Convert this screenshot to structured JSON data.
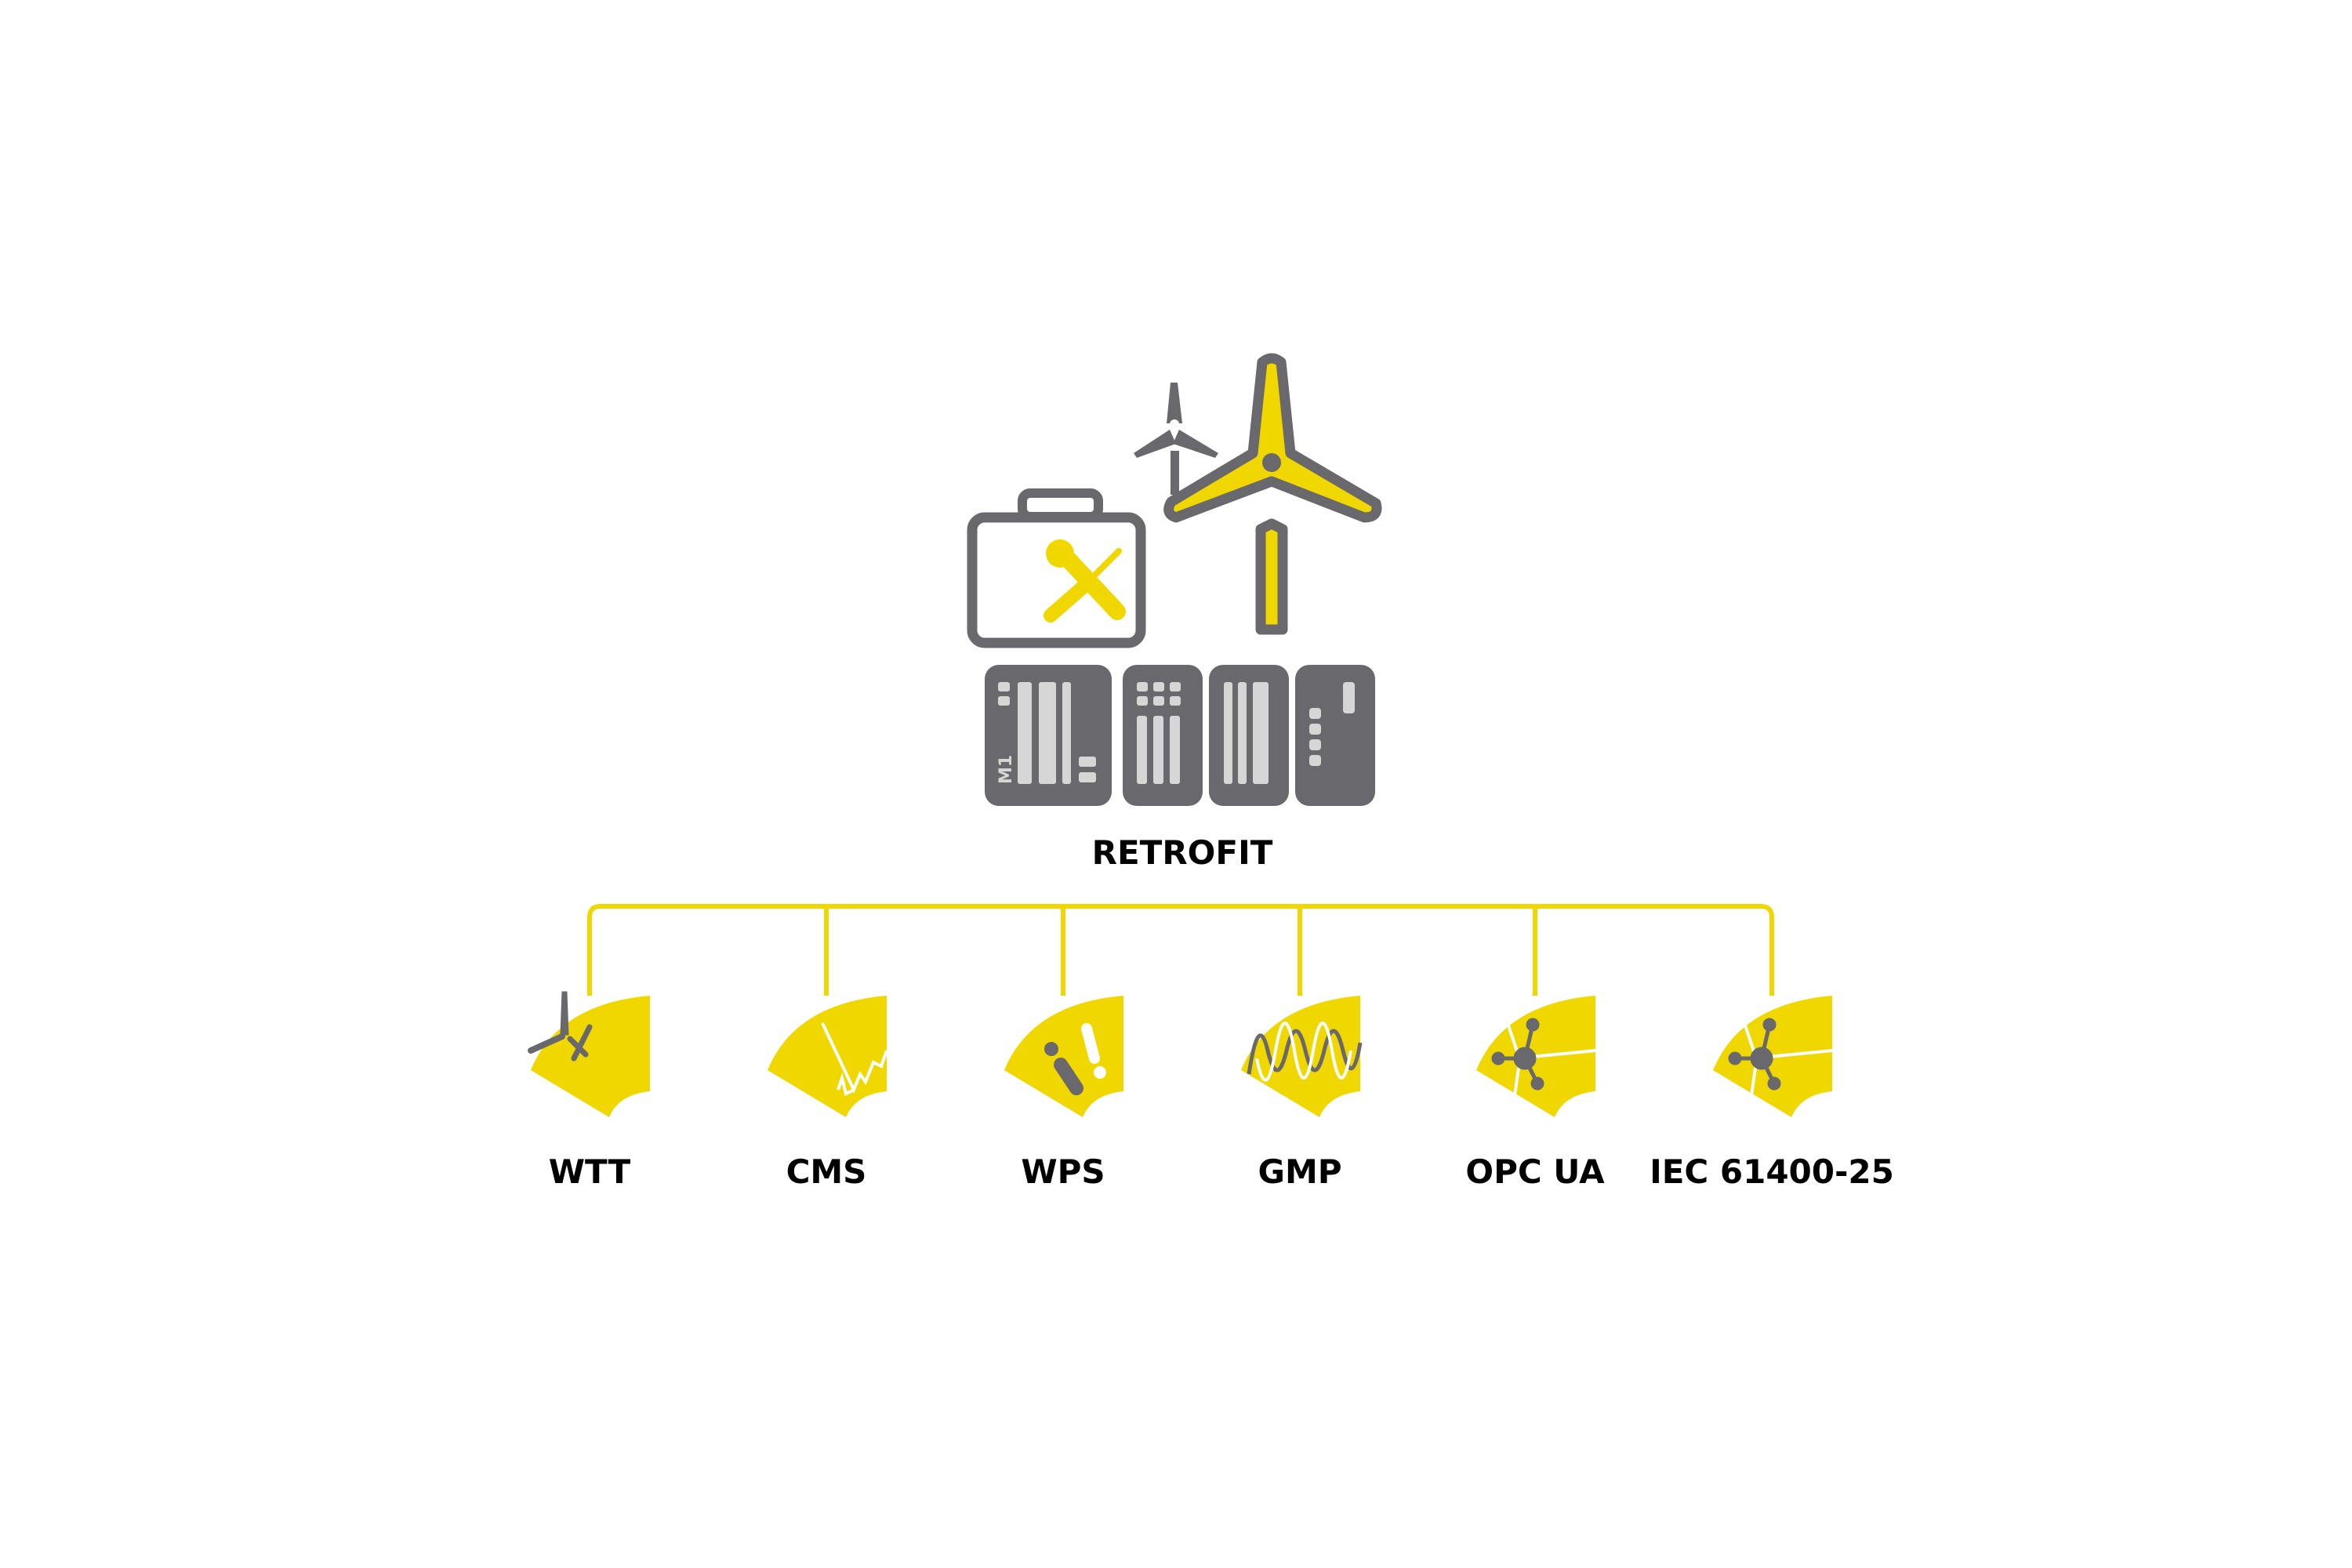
{
  "title": "RETROFIT",
  "module_label": "M1",
  "colors": {
    "yellow": "#f0d700",
    "gray": "#69686d",
    "light": "#d6d6d6"
  },
  "items": [
    {
      "label": "WTT",
      "icon": "turbine-tools-icon"
    },
    {
      "label": "CMS",
      "icon": "signal-icon"
    },
    {
      "label": "WPS",
      "icon": "warning-icon"
    },
    {
      "label": "GMP",
      "icon": "sine-wave-icon"
    },
    {
      "label": "OPC UA",
      "icon": "network-node-icon"
    },
    {
      "label": "IEC 61400-25",
      "icon": "network-node-icon"
    }
  ]
}
